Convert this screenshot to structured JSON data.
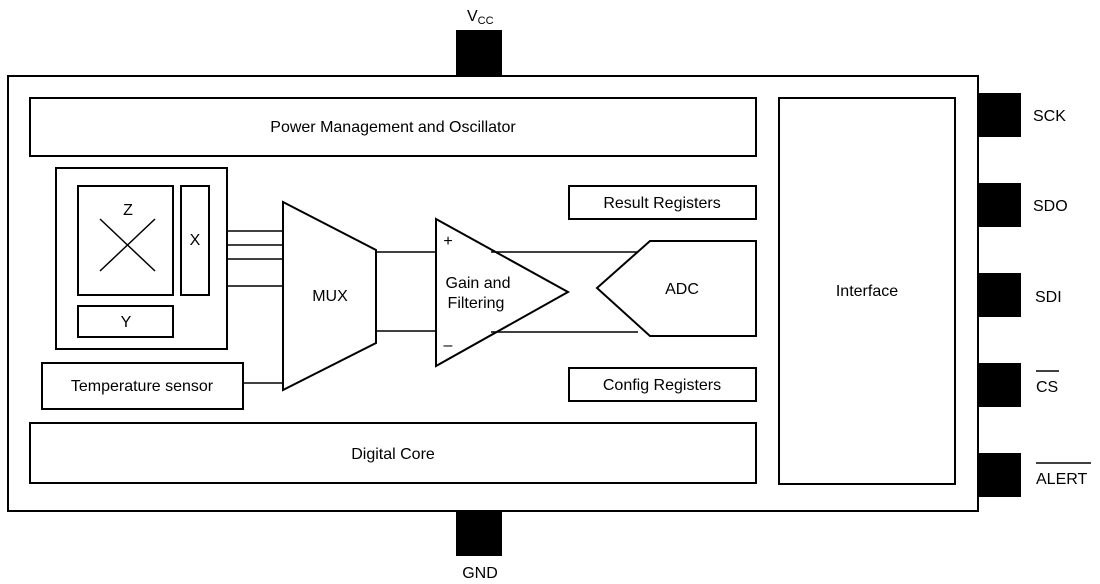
{
  "pins": {
    "vcc": {
      "main": "V",
      "sub": "CC"
    },
    "gnd": "GND",
    "sck": "SCK",
    "sdo": "SDO",
    "sdi": "SDI",
    "cs": "CS",
    "alert": "ALERT"
  },
  "blocks": {
    "power": "Power Management and Oscillator",
    "sensor_z": "Z",
    "sensor_x": "X",
    "sensor_y": "Y",
    "temperature": "Temperature sensor",
    "mux": "MUX",
    "gain_line1": "Gain and",
    "gain_line2": "Filtering",
    "plus": "+",
    "minus": "–",
    "adc": "ADC",
    "result_registers": "Result Registers",
    "config_registers": "Config Registers",
    "digital_core": "Digital Core",
    "interface": "Interface"
  }
}
